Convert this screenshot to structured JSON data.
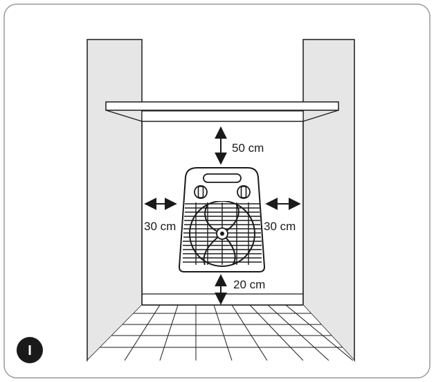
{
  "figure": {
    "clearance_top": "50 cm",
    "clearance_left": "30 cm",
    "clearance_right": "30 cm",
    "clearance_bottom": "20 cm",
    "badge": "I"
  },
  "colors": {
    "wall_fill": "#e6e6e6",
    "stroke": "#1a1a1a",
    "badge_fill": "#1a1a1a",
    "frame_stroke": "#9a9a9a"
  },
  "icons": {
    "heater": "fan-heater-icon",
    "arrow": "double-arrow-icon"
  }
}
